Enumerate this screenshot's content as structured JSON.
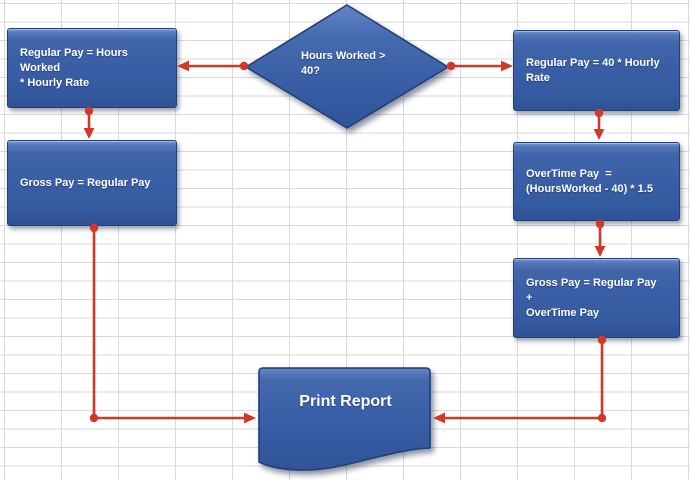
{
  "colors": {
    "shape_fill": "#3a5fa6",
    "shape_fill_light": "#7b97cd",
    "shape_border": "#23406e",
    "connector_red": "#d2382a",
    "grid_line": "#d9d9d9",
    "canvas_bg": "#ffffff",
    "label_text": "#ffffff"
  },
  "diagram": {
    "decision": {
      "label": "Hours Worked >\n40?"
    },
    "process_regular_left": {
      "label": "Regular Pay = Hours Worked\n* Hourly Rate"
    },
    "process_gross_left": {
      "label": "Gross Pay = Regular Pay"
    },
    "process_regular_right": {
      "label": "Regular Pay = 40 * Hourly\nRate"
    },
    "process_overtime": {
      "label": "OverTime Pay  =\n(HoursWorked - 40) * 1.5"
    },
    "process_gross_right": {
      "label": "Gross Pay = Regular Pay  +\nOverTime Pay"
    },
    "document_print": {
      "label": "Print Report"
    },
    "edges": [
      {
        "from": "decision",
        "to": "process_regular_left"
      },
      {
        "from": "decision",
        "to": "process_regular_right"
      },
      {
        "from": "process_regular_left",
        "to": "process_gross_left"
      },
      {
        "from": "process_regular_right",
        "to": "process_overtime"
      },
      {
        "from": "process_overtime",
        "to": "process_gross_right"
      },
      {
        "from": "process_gross_left",
        "to": "document_print"
      },
      {
        "from": "process_gross_right",
        "to": "document_print"
      }
    ]
  }
}
